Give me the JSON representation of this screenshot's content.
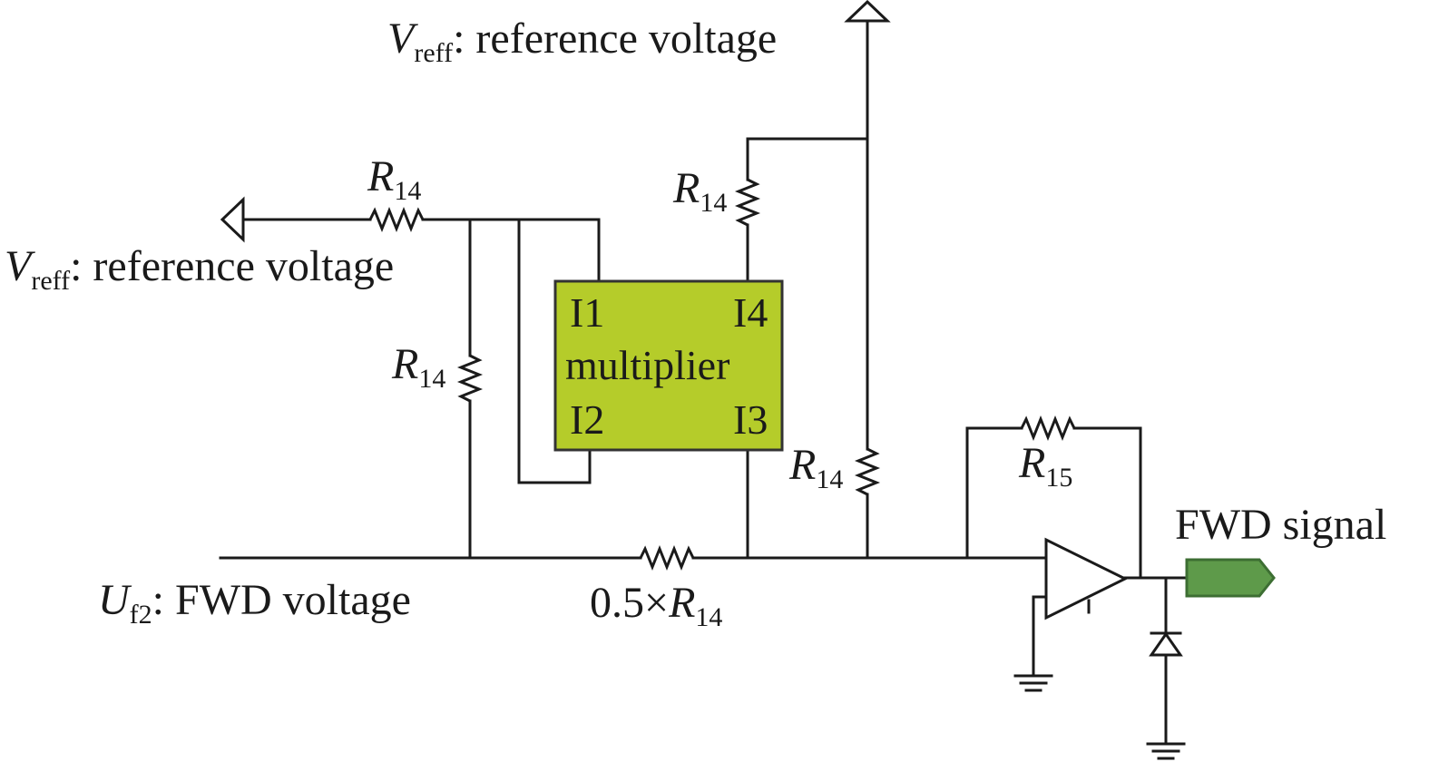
{
  "colors": {
    "wire": "#1a1a1a",
    "multiplier_fill": "#b5cc2a",
    "multiplier_border": "#333333",
    "output_arrow_fill": "#5e9a4a",
    "output_arrow_border": "#3d6e33"
  },
  "labels": {
    "vref_top": {
      "main": "V",
      "sub": "reff",
      "rest": ": reference voltage"
    },
    "vref_left": {
      "main": "V",
      "sub": "reff",
      "rest": ": reference voltage"
    },
    "uf2": {
      "main": "U",
      "sub": "f2",
      "rest": ": FWD voltage"
    },
    "fwd_signal": "FWD signal",
    "r14_top": {
      "main": "R",
      "sub": "14"
    },
    "r14_upper_right": {
      "main": "R",
      "sub": "14"
    },
    "r14_left_vertical": {
      "main": "R",
      "sub": "14"
    },
    "r14_lower_right": {
      "main": "R",
      "sub": "14"
    },
    "r15": {
      "main": "R",
      "sub": "15"
    },
    "half_r14": {
      "prefix": "0.5×",
      "main": "R",
      "sub": "14"
    }
  },
  "multiplier": {
    "title": "multiplier",
    "pin_i1": "I1",
    "pin_i2": "I2",
    "pin_i3": "I3",
    "pin_i4": "I4"
  },
  "icons": [
    "triangle-terminal-icon",
    "ground-icon",
    "diode-icon",
    "op-amp-icon",
    "output-arrow-icon",
    "resistor-icon"
  ]
}
